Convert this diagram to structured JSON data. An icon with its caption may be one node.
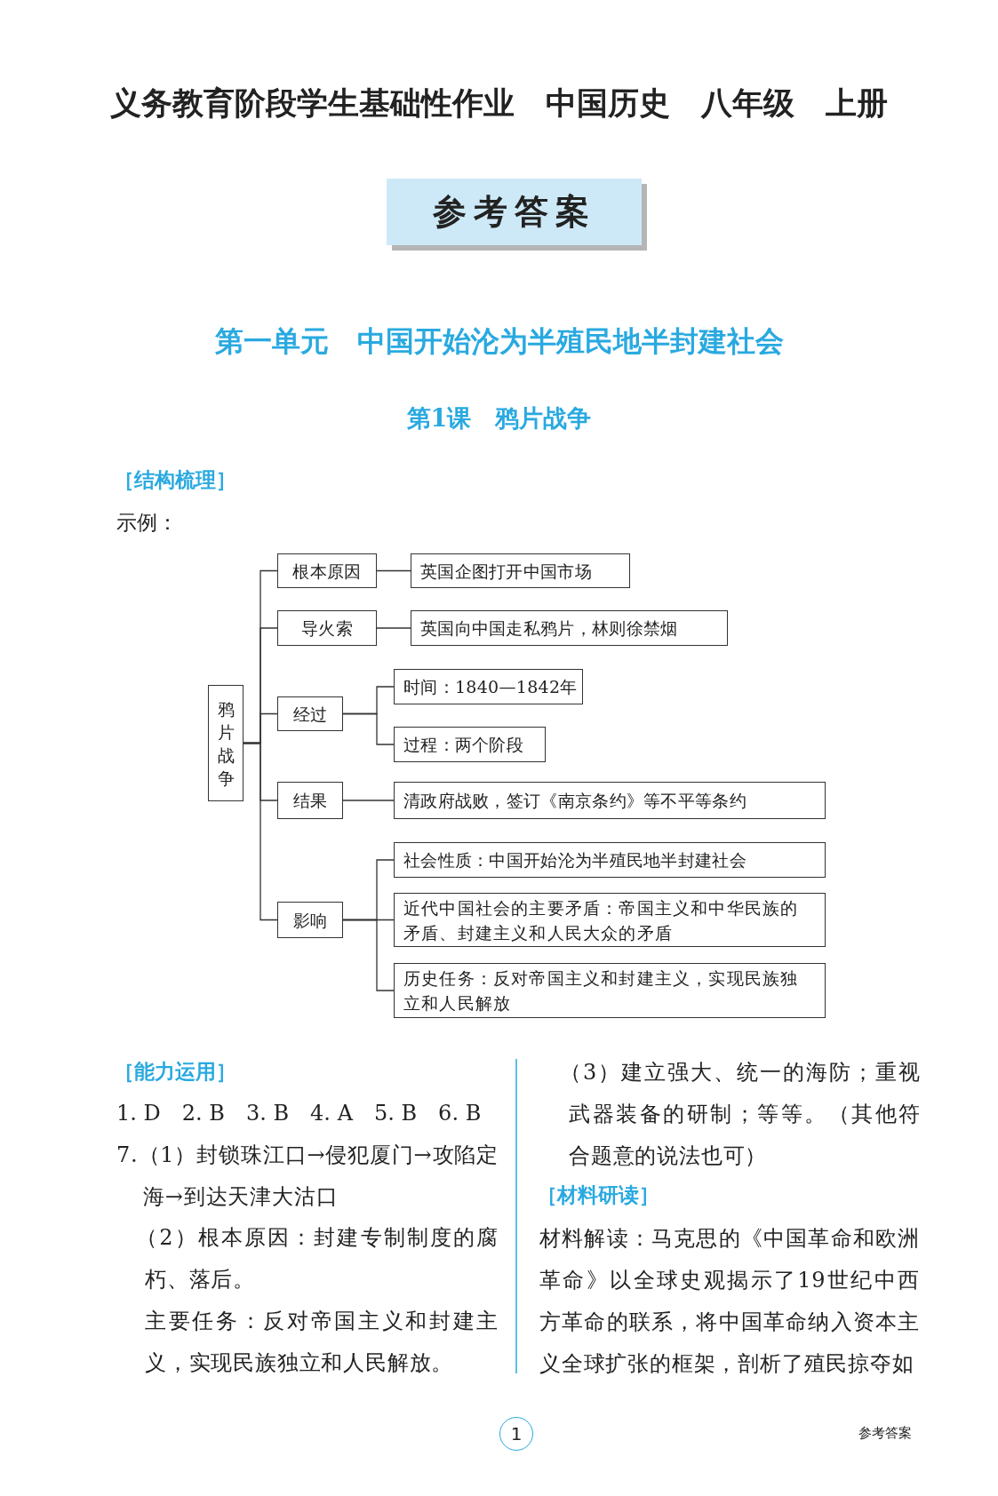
{
  "diagram": {
    "title": "义务教育阶段学生基础性作业　中国历史　八年级　上册",
    "nodes": [
      {
        "text": [
          "参考答案"
        ]
      },
      {
        "text": [
          "鸦片战争"
        ]
      },
      {
        "text": [
          "根本原因"
        ]
      },
      {
        "text": [
          "英国企图打开中国市场"
        ]
      },
      {
        "text": [
          "导火索"
        ]
      },
      {
        "text": [
          "英国向中国走私鸦片，林则徐禁烟"
        ]
      },
      {
        "text": [
          "经过"
        ]
      },
      {
        "text": [
          "时间：1840—1842年"
        ]
      },
      {
        "text": [
          "过程：两个阶段"
        ]
      },
      {
        "text": [
          "结果"
        ]
      },
      {
        "text": [
          "清政府战败，签订《南京条约》等不平等条约"
        ]
      },
      {
        "text": [
          "影响"
        ]
      },
      {
        "text": [
          "社会性质：中国开始沦为半殖民地半封建社会"
        ]
      },
      {
        "text": [
          "近代中国社会的主要矛盾：帝国主义和中华民族的矛盾、封建主义和人民大众的矛盾"
        ]
      },
      {
        "text": [
          "历史任务：反对帝国主义和封建主义，实现民族独立和人民解放"
        ]
      },
      {
        "text": [
          "1"
        ]
      }
    ],
    "edges": [
      {
        "from": 1,
        "to": 2,
        "arrow": "none"
      },
      {
        "from": 1,
        "to": 4,
        "arrow": "none"
      },
      {
        "from": 1,
        "to": 6,
        "arrow": "none"
      },
      {
        "from": 1,
        "to": 9,
        "arrow": "none"
      },
      {
        "from": 1,
        "to": 11,
        "arrow": "none"
      },
      {
        "from": 2,
        "to": 3,
        "arrow": "none"
      },
      {
        "from": 4,
        "to": 5,
        "arrow": "none"
      },
      {
        "from": 6,
        "to": 7,
        "arrow": "none"
      },
      {
        "from": 6,
        "to": 8,
        "arrow": "none"
      },
      {
        "from": 9,
        "to": 10,
        "arrow": "none"
      },
      {
        "from": 11,
        "to": 12,
        "arrow": "none"
      },
      {
        "from": 11,
        "to": 13,
        "arrow": "none"
      },
      {
        "from": 11,
        "to": 14,
        "arrow": "none"
      }
    ],
    "labels": [
      "第一单元　中国开始沦为半殖民地半封建社会",
      "第1课　鸦片战争",
      "［结构梳理］",
      "示例：",
      "［能力运用］",
      "1. D　2. B　3. B　4. A　5. B　6. B",
      "7.（1）封锁珠江口→侵犯厦门→攻陷定海→到达天津大沽口",
      "（2）根本原因：封建专制制度的腐朽、落后。",
      "主要任务：反对帝国主义和封建主义，实现民族独立和人民解放。",
      "（3）建立强大、统一的海防；重视武器装备的研制；等等。（其他符合题意的说法也可）",
      "［材料研读］",
      "材料解读：马克思的《中国革命和欧洲革命》以全球史观揭示了19世纪中西方革命的联系，将中国革命纳入资本主义全球扩张的框架，剖析了殖民掠夺如",
      "参考答案"
    ]
  }
}
